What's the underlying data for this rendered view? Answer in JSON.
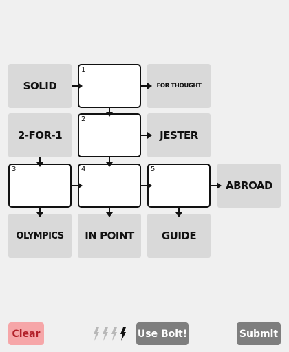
{
  "clues": {
    "solid": "SOLID",
    "for_thought": "FOR THOUGHT",
    "two_for_one": "2-FOR-1",
    "jester": "JESTER",
    "abroad": "ABROAD",
    "olympics": "OLYMPICS",
    "in_point": "IN POINT",
    "guide": "GUIDE"
  },
  "cells": [
    {
      "number": "1",
      "value": ""
    },
    {
      "number": "2",
      "value": ""
    },
    {
      "number": "3",
      "value": ""
    },
    {
      "number": "4",
      "value": ""
    },
    {
      "number": "5",
      "value": ""
    }
  ],
  "controls": {
    "clear_label": "Clear",
    "use_bolt_label": "Use Bolt!",
    "submit_label": "Submit",
    "bolts_total": 4,
    "bolts_used": 3
  },
  "colors": {
    "background": "#f0f0f0",
    "clue_tile": "#d9d9d9",
    "cell_border": "#111111",
    "clear_bg": "#f6a6a8",
    "clear_text": "#b2222a",
    "button_gray": "#7e7e7e",
    "bolt_used": "#b8b8b8",
    "bolt_available": "#111111"
  }
}
